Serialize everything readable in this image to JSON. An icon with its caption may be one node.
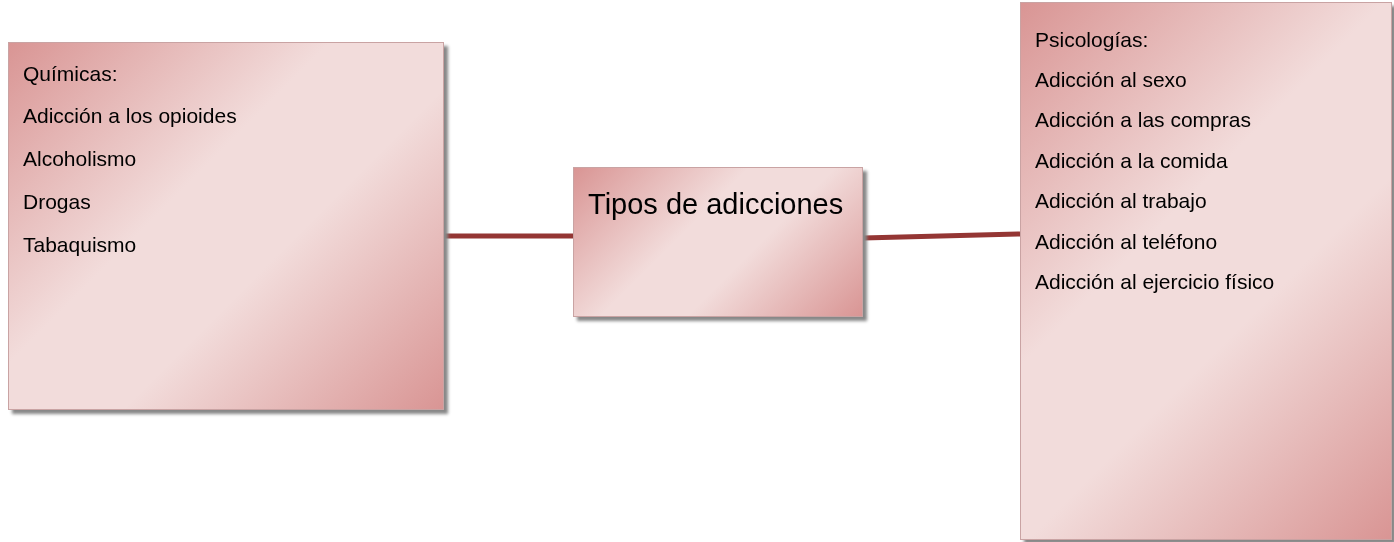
{
  "diagram": {
    "nodes": [
      {
        "text": [
          "Químicas:",
          "Adicción a los opioides",
          "Alcoholismo",
          "Drogas",
          "Tabaquismo"
        ]
      },
      {
        "text": [
          "Tipos de adicciones"
        ]
      },
      {
        "text": [
          "Psicologías:",
          "Adicción al sexo",
          "Adicción a las compras",
          "Adicción a la comida",
          "Adicción al trabajo",
          "Adicción al teléfono",
          "Adicción al ejercicio físico"
        ]
      }
    ],
    "edges": [
      {
        "from": 1,
        "to": 0,
        "arrow": "none"
      },
      {
        "from": 1,
        "to": 2,
        "arrow": "none"
      }
    ]
  }
}
